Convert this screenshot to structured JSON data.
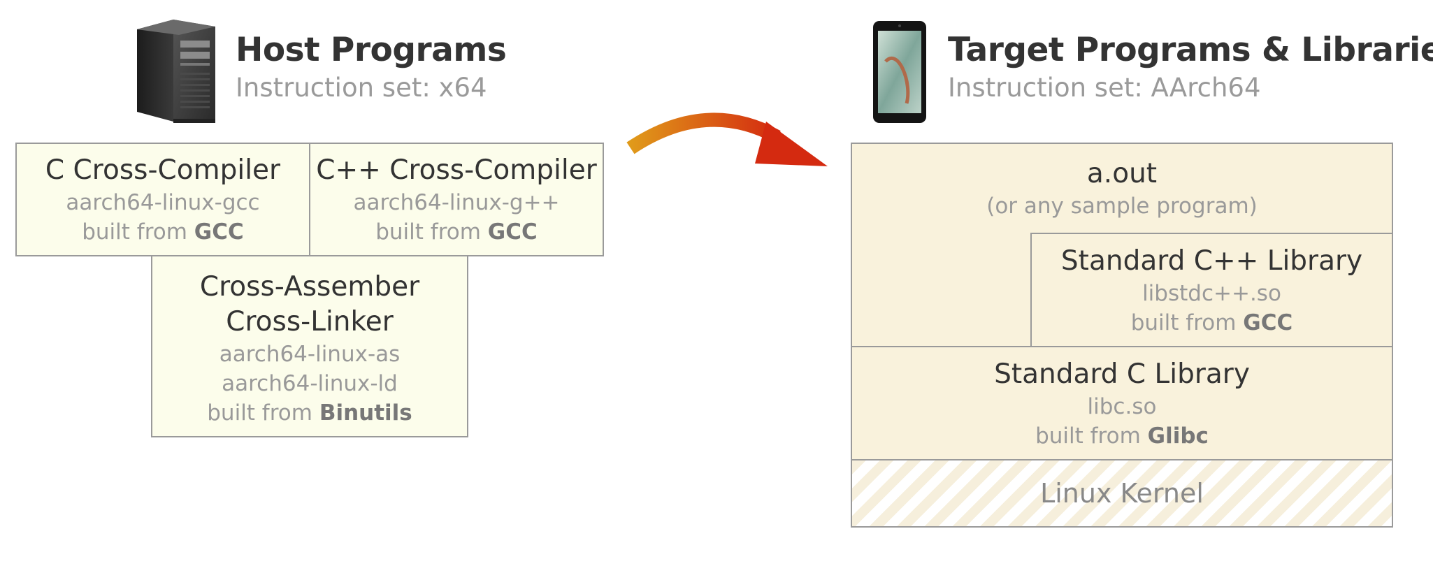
{
  "colors": {
    "host_box_fill": "#fcfdeb",
    "target_box_fill": "#f9f2dc",
    "box_border": "#9a9a9a",
    "arrow_start": "#e09a1a",
    "arrow_end": "#d42a10"
  },
  "icons": {
    "host": "desktop-tower-icon",
    "target": "tablet-icon",
    "arrow": "curved-arrow-icon"
  },
  "host": {
    "title": "Host Programs",
    "subtitle": "Instruction set: x64",
    "c_compiler": {
      "name": "C Cross-Compiler",
      "binary": "aarch64-linux-gcc",
      "built_prefix": "built from",
      "source": "GCC"
    },
    "cpp_compiler": {
      "name": "C++ Cross-Compiler",
      "binary": "aarch64-linux-g++",
      "built_prefix": "built from",
      "source": "GCC"
    },
    "assembler": {
      "name_line1": "Cross-Assember",
      "name_line2": "Cross-Linker",
      "binary1": "aarch64-linux-as",
      "binary2": "aarch64-linux-ld",
      "built_prefix": "built from",
      "source": "Binutils"
    }
  },
  "target": {
    "title": "Target Programs & Libraries",
    "subtitle": "Instruction set: AArch64",
    "program": {
      "name": "a.out",
      "note": "(or any sample program)"
    },
    "cpp_lib": {
      "name": "Standard C++ Library",
      "file": "libstdc++.so",
      "built_prefix": "built from",
      "source": "GCC"
    },
    "c_lib": {
      "name": "Standard C Library",
      "file": "libc.so",
      "built_prefix": "built from",
      "source": "Glibc"
    },
    "kernel": {
      "name": "Linux Kernel"
    }
  }
}
